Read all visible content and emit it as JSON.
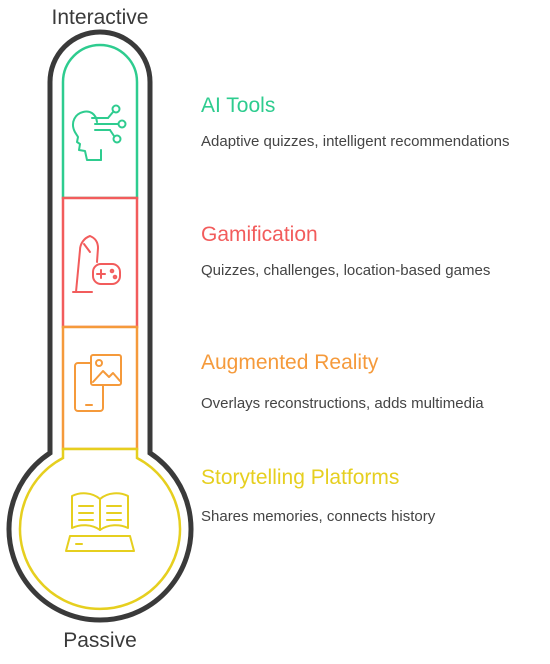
{
  "scale": {
    "top_label": "Interactive",
    "bottom_label": "Passive"
  },
  "items": [
    {
      "title": "AI Tools",
      "description": "Adaptive quizzes, intelligent recommendations",
      "color": "#2ecc8f",
      "icon": "ai-head-circuit-icon"
    },
    {
      "title": "Gamification",
      "description": "Quizzes, challenges, location-based games",
      "color": "#f25c5c",
      "icon": "chess-gamepad-icon"
    },
    {
      "title": "Augmented Reality",
      "description": "Overlays reconstructions, adds multimedia",
      "color": "#f59a3b",
      "icon": "phone-image-icon"
    },
    {
      "title": "Storytelling Platforms",
      "description": "Shares memories, connects history",
      "color": "#e6cf1f",
      "icon": "open-book-icon"
    }
  ],
  "outline_color": "#3a3a3a"
}
